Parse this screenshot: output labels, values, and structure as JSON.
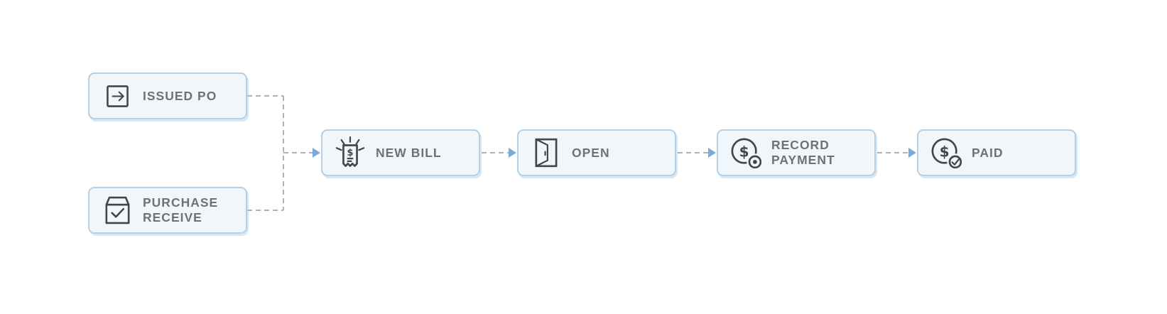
{
  "diagram": {
    "type": "flowchart",
    "background": "#ffffff",
    "colors": {
      "node_fill": "#f1f6fb",
      "node_border": "#b4d0e5",
      "node_shadow": "#a8c9e5",
      "connector_dash": "#a8b5c1",
      "arrowhead": "#7dabd8",
      "label_text": "#6b7278",
      "icon_stroke": "#3f474e"
    },
    "nodes": [
      {
        "id": "issued-po",
        "label": "ISSUED PO",
        "icon": "issued-po-icon"
      },
      {
        "id": "purchase-receive",
        "label": "PURCHASE RECEIVE",
        "icon": "purchase-receive-icon"
      },
      {
        "id": "new-bill",
        "label": "NEW BILL",
        "icon": "new-bill-icon"
      },
      {
        "id": "open",
        "label": "OPEN",
        "icon": "open-door-icon"
      },
      {
        "id": "record-payment",
        "label": "RECORD PAYMENT",
        "icon": "record-payment-icon"
      },
      {
        "id": "paid",
        "label": "PAID",
        "icon": "paid-icon"
      }
    ],
    "edges": [
      {
        "from": "issued-po",
        "to": "new-bill"
      },
      {
        "from": "purchase-receive",
        "to": "new-bill"
      },
      {
        "from": "new-bill",
        "to": "open"
      },
      {
        "from": "open",
        "to": "record-payment"
      },
      {
        "from": "record-payment",
        "to": "paid"
      }
    ]
  }
}
